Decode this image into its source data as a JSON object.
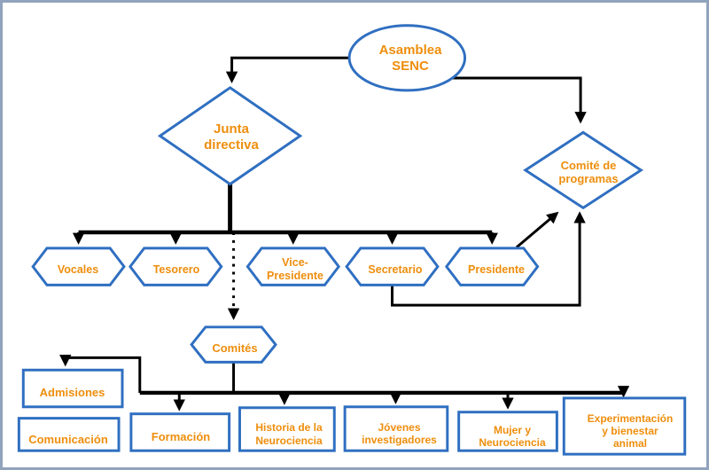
{
  "colors": {
    "accent-blue": "#2f6fc1",
    "text-orange": "#ee8e0d",
    "line-black": "#000000",
    "frame-gray": "#91a3bd",
    "bg-white": "#ffffff"
  },
  "nodes": {
    "asamblea": "Asamblea\nSENC",
    "junta": "Junta\ndirectiva",
    "comite_programas": "Comité de\nprogramas",
    "vocales": "Vocales",
    "tesorero": "Tesorero",
    "vicepresidente": "Vice-\nPresidente",
    "secretario": "Secretario",
    "presidente": "Presidente",
    "comites": "Comités",
    "admisiones": "Admisiones",
    "comunicacion": "Comunicación",
    "formacion": "Formación",
    "historia": "Historia de la\nNeurociencia",
    "jovenes": "Jóvenes\ninvestigadores",
    "mujer": "Mujer y\nNeurociencia",
    "experimentacion": "Experimentación\ny bienestar\nanimal"
  },
  "edges": [
    {
      "from": "asamblea",
      "to": "junta",
      "style": "solid"
    },
    {
      "from": "asamblea",
      "to": "comite_programas",
      "style": "solid"
    },
    {
      "from": "junta",
      "to": "vocales",
      "style": "solid"
    },
    {
      "from": "junta",
      "to": "tesorero",
      "style": "solid"
    },
    {
      "from": "junta",
      "to": "vicepresidente",
      "style": "solid"
    },
    {
      "from": "junta",
      "to": "secretario",
      "style": "solid"
    },
    {
      "from": "junta",
      "to": "presidente",
      "style": "solid"
    },
    {
      "from": "junta",
      "to": "comites",
      "style": "dotted"
    },
    {
      "from": "secretario",
      "to": "comite_programas",
      "style": "solid"
    },
    {
      "from": "presidente",
      "to": "comite_programas",
      "style": "solid"
    },
    {
      "from": "comites",
      "to": "admisiones",
      "style": "solid"
    },
    {
      "from": "comites",
      "to": "formacion",
      "style": "solid"
    },
    {
      "from": "comites",
      "to": "historia",
      "style": "solid"
    },
    {
      "from": "comites",
      "to": "jovenes",
      "style": "solid"
    },
    {
      "from": "comites",
      "to": "mujer",
      "style": "solid"
    },
    {
      "from": "comites",
      "to": "experimentacion",
      "style": "solid"
    }
  ]
}
